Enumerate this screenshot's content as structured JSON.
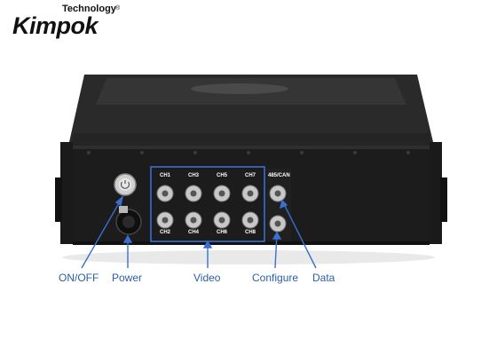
{
  "brand": {
    "tagline": "Technology",
    "name": "Kimpok",
    "registered": "®"
  },
  "panel": {
    "top_labels": [
      "CH1",
      "CH3",
      "CH5",
      "CH7",
      "485/CAN"
    ],
    "bottom_labels": [
      "CH2",
      "CH4",
      "CH6",
      "CH8"
    ]
  },
  "callouts": {
    "onoff": "ON/OFF",
    "power": "Power",
    "video": "Video",
    "configure": "Configure",
    "data": "Data"
  },
  "colors": {
    "callout": "#2a5ea8",
    "highlight_box": "#3a6fd0",
    "device_body": "#1c1c1c"
  }
}
